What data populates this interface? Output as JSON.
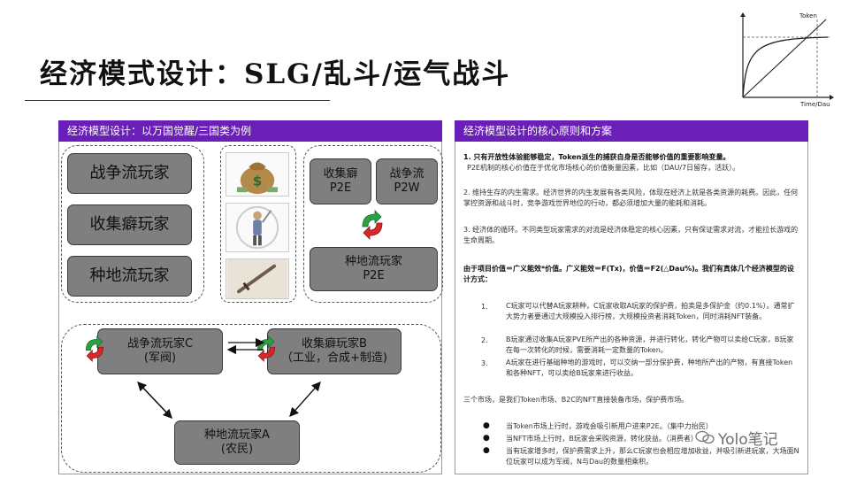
{
  "title": "经济模式设计：SLG/乱斗/运气战斗",
  "mini_chart": {
    "y_label": "Token",
    "x_label": "Time/Dau"
  },
  "left_panel": {
    "header": "经济模型设计：以万国觉醒/三国类为例",
    "player_types": [
      "战争流玩家",
      "收集癖玩家",
      "种地流玩家"
    ],
    "right_group": {
      "collect_p2e": [
        "收集癖",
        "P2E"
      ],
      "war_p2w": [
        "战争流",
        "P2W"
      ],
      "farm_p2e": [
        "种地流玩家",
        "P2E"
      ]
    },
    "bottom_group": {
      "war_c": [
        "战争流玩家C",
        "(军阀)"
      ],
      "collect_b": [
        "收集癖玩家B",
        "（工业，合成+制造)"
      ],
      "farm_a": [
        "种地流玩家A",
        "(农民)"
      ]
    }
  },
  "right_panel": {
    "header": "经济模型设计的核心原则和方案",
    "p1a": "1. 只有开放性体验能够稳定，Token派生的捕获自身是否能够价值的重要影响变量。",
    "p1b": "P2E机制的核心价值在于优化市场核心的价值衡量因素，比如（DAU/7日留存，活跃）。",
    "p2": "2. 维持生存的内生需求。经济世界的内生发展有各类风险，体现在经济上就是各类资源的耗费。因此，任何掌控资源和战斗时，竞争游戏世界地位的行动，都必须增加大量的能耗和消耗。",
    "p3": "3. 经济体的循环。不同类型玩家需求的对流是经济体稳定的核心因素，只有保证需求对流，才能拉长游戏的生命周期。",
    "p4": "由于项目价值＝广义能效*价值。广义能效＝F(Tx)，价值＝F2(△Dau%)。我们有真体几个经济模型的设计方式：",
    "items": [
      {
        "n": "1.",
        "t": "C玩家可以代替A玩家耕种，C玩家收取A玩家的保护费，拍卖是多保护金（约0.1%）。通常扩大势力者要通过大规模投入排行榜，大规模投资者消耗Token，同时消耗NFT装备。"
      },
      {
        "n": "2.",
        "t": "B玩家通过收集A玩家PVE所产出的各种资源，并进行转化，转化产物可以卖给C玩家，B玩家在每一次转化的时候，需要消耗一定数量的Token。"
      },
      {
        "n": "3.",
        "t": "A玩家在进行基础种地的游戏时，可以交纳一部分保护费，种地所产出的产物，有直接Token和各种NFT，可以卖给B玩家来进行收益。"
      }
    ],
    "p5": "三个市场，是我们Token市场、B2C的NFT直接装备市场，保护费市场。",
    "bullets": [
      "当Token市场上行时，游戏会吸引新用户进来P2E。（集中力抬民）",
      "当NFT市场上行时，B玩家会采购资源，转化获益。（消费者）",
      "当有玩家增多时，保护费需求上升，那么C玩家也会相应增加收益，并吸引新进玩家，大场面N位玩家可以成为军阀，N与Dau的数量相乘积。"
    ]
  },
  "watermark": "Yolo笔记",
  "colors": {
    "header_purple": "#6a1fb8",
    "box_gray": "#7f7f7f",
    "cycle_green": "#2ea043",
    "cycle_red": "#d62828"
  }
}
